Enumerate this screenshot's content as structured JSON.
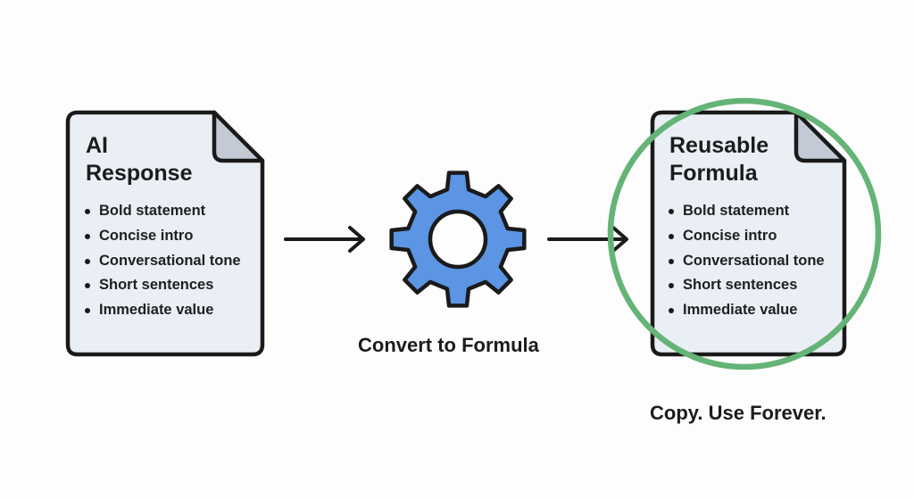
{
  "left_doc": {
    "title_line1": "AI",
    "title_line2": "Response",
    "items": [
      "Bold statement",
      "Concise intro",
      "Conversational tone",
      "Short sentences",
      "Immediate value"
    ]
  },
  "converter": {
    "icon": "gear-icon",
    "caption": "Convert to Formula"
  },
  "right_doc": {
    "title_line1": "Reusable",
    "title_line2": "Formula",
    "items": [
      "Bold statement",
      "Concise intro",
      "Conversational tone",
      "Short sentences",
      "Immediate value"
    ],
    "caption": "Copy. Use Forever."
  },
  "colors": {
    "doc_fill": "#eaeef5",
    "doc_fold": "#c3cad6",
    "doc_stroke": "#1a1a1a",
    "gear_fill": "#5b95e3",
    "highlight_circle": "#64b477",
    "arrow": "#1a1a1a"
  }
}
